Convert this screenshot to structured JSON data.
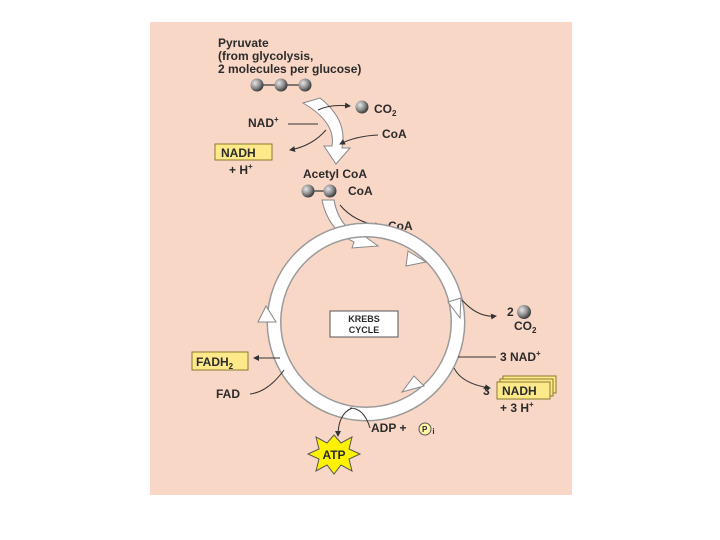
{
  "diagram": {
    "pyruvate_line1": "Pyruvate",
    "pyruvate_line2": "(from glycolysis,",
    "pyruvate_line3": "2 molecules per glucose)",
    "co2_top": "CO",
    "co2_top_sub": "2",
    "nad_plus": "NAD",
    "nad_plus_sup": "+",
    "coa_in": "CoA",
    "nadh_top": "NADH",
    "h_plus_top": "+ H",
    "h_plus_top_sup": "+",
    "acetyl_coa": "Acetyl CoA",
    "acetyl_coa_coa": "CoA",
    "coa_out": "CoA",
    "krebs_line1": "Krebs",
    "krebs_line2": "cycle",
    "co2_right_count": "2",
    "co2_right": "CO",
    "co2_right_sub": "2",
    "nad_right": "3 NAD",
    "nad_right_sup": "+",
    "nadh_right_count": "3",
    "nadh_right": "NADH",
    "h_plus_right": "+ 3 H",
    "h_plus_right_sup": "+",
    "fadh2": "FADH",
    "fadh2_sub": "2",
    "fad": "FAD",
    "adp": "ADP +",
    "pi": "P",
    "pi_sub": "i",
    "atp": "ATP"
  },
  "colors": {
    "background": "#f9d7c7",
    "highlight_box": "#fde98a",
    "atp_star": "#fff200",
    "arrow_fill": "#ffffff",
    "molecule": "#8c8c8c"
  }
}
